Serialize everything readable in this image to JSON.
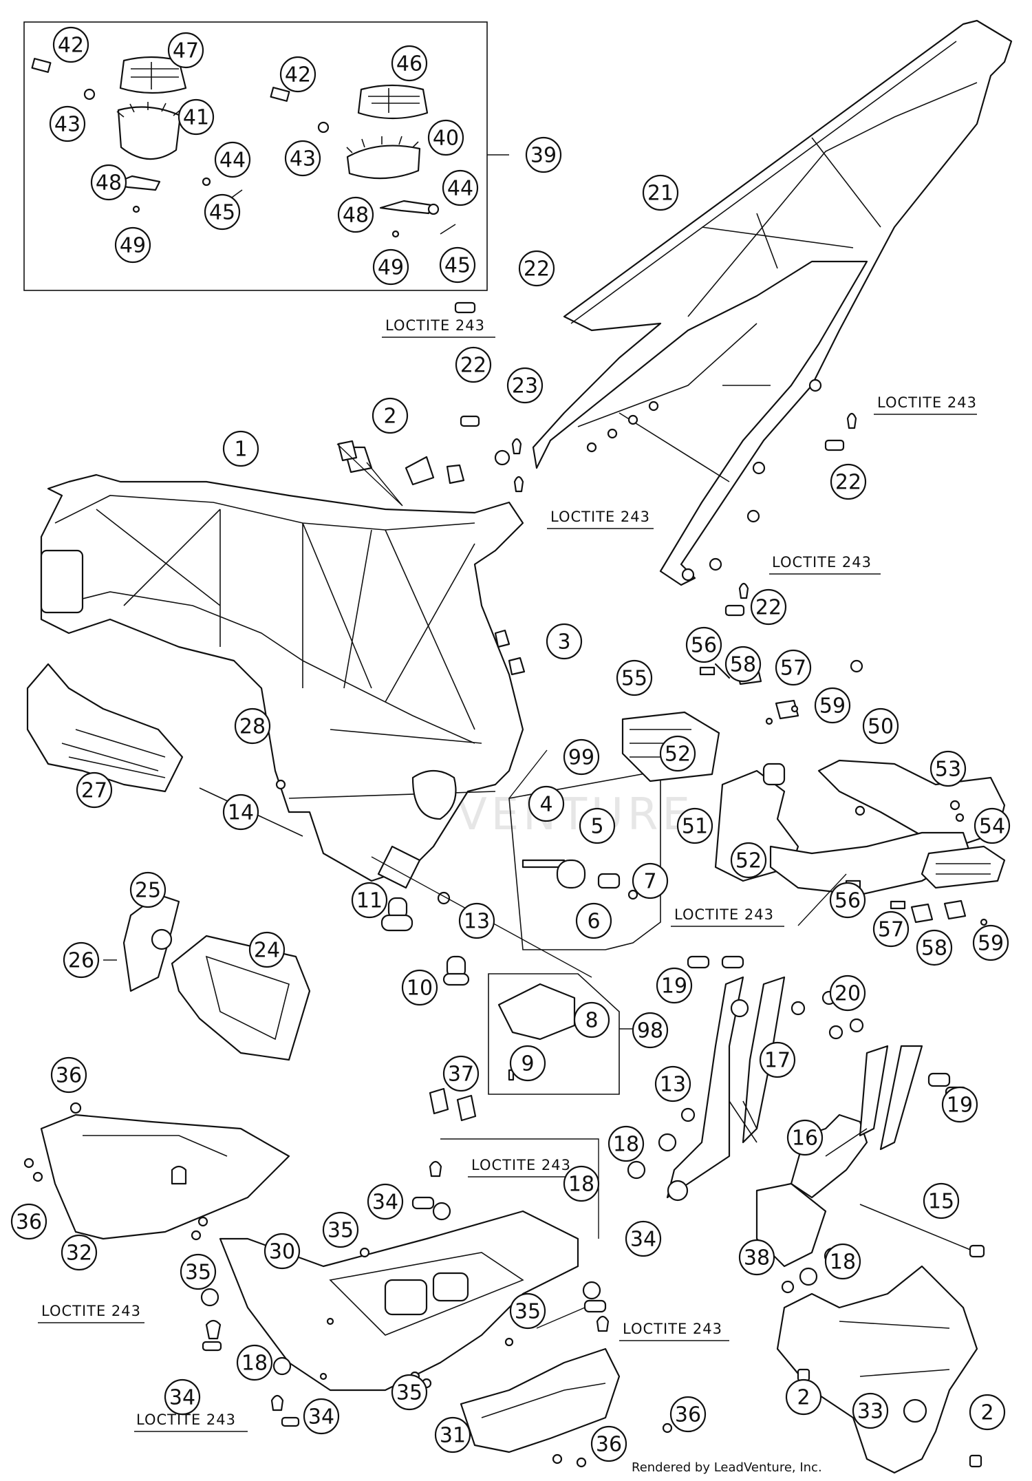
{
  "credit": "Rendered by LeadVenture, Inc.",
  "watermark": "ADVENTURE",
  "note_text": "LOCTITE 243",
  "callouts": [
    {
      "id": "c42a",
      "label": "42"
    },
    {
      "id": "c47",
      "label": "47"
    },
    {
      "id": "c43a",
      "label": "43"
    },
    {
      "id": "c41",
      "label": "41"
    },
    {
      "id": "c44a",
      "label": "44"
    },
    {
      "id": "c48a",
      "label": "48"
    },
    {
      "id": "c45a",
      "label": "45"
    },
    {
      "id": "c49a",
      "label": "49"
    },
    {
      "id": "c42b",
      "label": "42"
    },
    {
      "id": "c46",
      "label": "46"
    },
    {
      "id": "c43b",
      "label": "43"
    },
    {
      "id": "c40",
      "label": "40"
    },
    {
      "id": "c44b",
      "label": "44"
    },
    {
      "id": "c48b",
      "label": "48"
    },
    {
      "id": "c49b",
      "label": "49"
    },
    {
      "id": "c45b",
      "label": "45"
    },
    {
      "id": "c39",
      "label": "39"
    },
    {
      "id": "c21",
      "label": "21"
    },
    {
      "id": "c22a",
      "label": "22"
    },
    {
      "id": "c22b",
      "label": "22"
    },
    {
      "id": "c23",
      "label": "23"
    },
    {
      "id": "c2a",
      "label": "2"
    },
    {
      "id": "c1",
      "label": "1"
    },
    {
      "id": "c22c",
      "label": "22"
    },
    {
      "id": "c22d",
      "label": "22"
    },
    {
      "id": "c3",
      "label": "3"
    },
    {
      "id": "c56a",
      "label": "56"
    },
    {
      "id": "c58a",
      "label": "58"
    },
    {
      "id": "c57a",
      "label": "57"
    },
    {
      "id": "c55",
      "label": "55"
    },
    {
      "id": "c59a",
      "label": "59"
    },
    {
      "id": "c50",
      "label": "50"
    },
    {
      "id": "c28",
      "label": "28"
    },
    {
      "id": "c27",
      "label": "27"
    },
    {
      "id": "c99",
      "label": "99"
    },
    {
      "id": "c52a",
      "label": "52"
    },
    {
      "id": "c53",
      "label": "53"
    },
    {
      "id": "c14",
      "label": "14"
    },
    {
      "id": "c4",
      "label": "4"
    },
    {
      "id": "c5",
      "label": "5"
    },
    {
      "id": "c51",
      "label": "51"
    },
    {
      "id": "c54",
      "label": "54"
    },
    {
      "id": "c52b",
      "label": "52"
    },
    {
      "id": "c7",
      "label": "7"
    },
    {
      "id": "c6",
      "label": "6"
    },
    {
      "id": "c25",
      "label": "25"
    },
    {
      "id": "c11",
      "label": "11"
    },
    {
      "id": "c13a",
      "label": "13"
    },
    {
      "id": "c56b",
      "label": "56"
    },
    {
      "id": "c57b",
      "label": "57"
    },
    {
      "id": "c58b",
      "label": "58"
    },
    {
      "id": "c59b",
      "label": "59"
    },
    {
      "id": "c26",
      "label": "26"
    },
    {
      "id": "c24",
      "label": "24"
    },
    {
      "id": "c10",
      "label": "10"
    },
    {
      "id": "c19a",
      "label": "19"
    },
    {
      "id": "c20",
      "label": "20"
    },
    {
      "id": "c8",
      "label": "8"
    },
    {
      "id": "c98",
      "label": "98"
    },
    {
      "id": "c9",
      "label": "9"
    },
    {
      "id": "c17",
      "label": "17"
    },
    {
      "id": "c36a",
      "label": "36"
    },
    {
      "id": "c37",
      "label": "37"
    },
    {
      "id": "c13b",
      "label": "13"
    },
    {
      "id": "c19b",
      "label": "19"
    },
    {
      "id": "c18a",
      "label": "18"
    },
    {
      "id": "c16",
      "label": "16"
    },
    {
      "id": "c36b",
      "label": "36"
    },
    {
      "id": "c34a",
      "label": "34"
    },
    {
      "id": "c18b",
      "label": "18"
    },
    {
      "id": "c15",
      "label": "15"
    },
    {
      "id": "c35a",
      "label": "35"
    },
    {
      "id": "c30",
      "label": "30"
    },
    {
      "id": "c32",
      "label": "32"
    },
    {
      "id": "c35b",
      "label": "35"
    },
    {
      "id": "c18c",
      "label": "18"
    },
    {
      "id": "c34b",
      "label": "34"
    },
    {
      "id": "c38",
      "label": "38"
    },
    {
      "id": "c18d",
      "label": "18"
    },
    {
      "id": "c35c",
      "label": "35"
    },
    {
      "id": "c34c",
      "label": "34"
    },
    {
      "id": "c35d",
      "label": "35"
    },
    {
      "id": "c2b",
      "label": "2"
    },
    {
      "id": "c33",
      "label": "33"
    },
    {
      "id": "c2c",
      "label": "2"
    },
    {
      "id": "c34d",
      "label": "34"
    },
    {
      "id": "c36c",
      "label": "36"
    },
    {
      "id": "c31",
      "label": "31"
    },
    {
      "id": "c36d",
      "label": "36"
    }
  ]
}
